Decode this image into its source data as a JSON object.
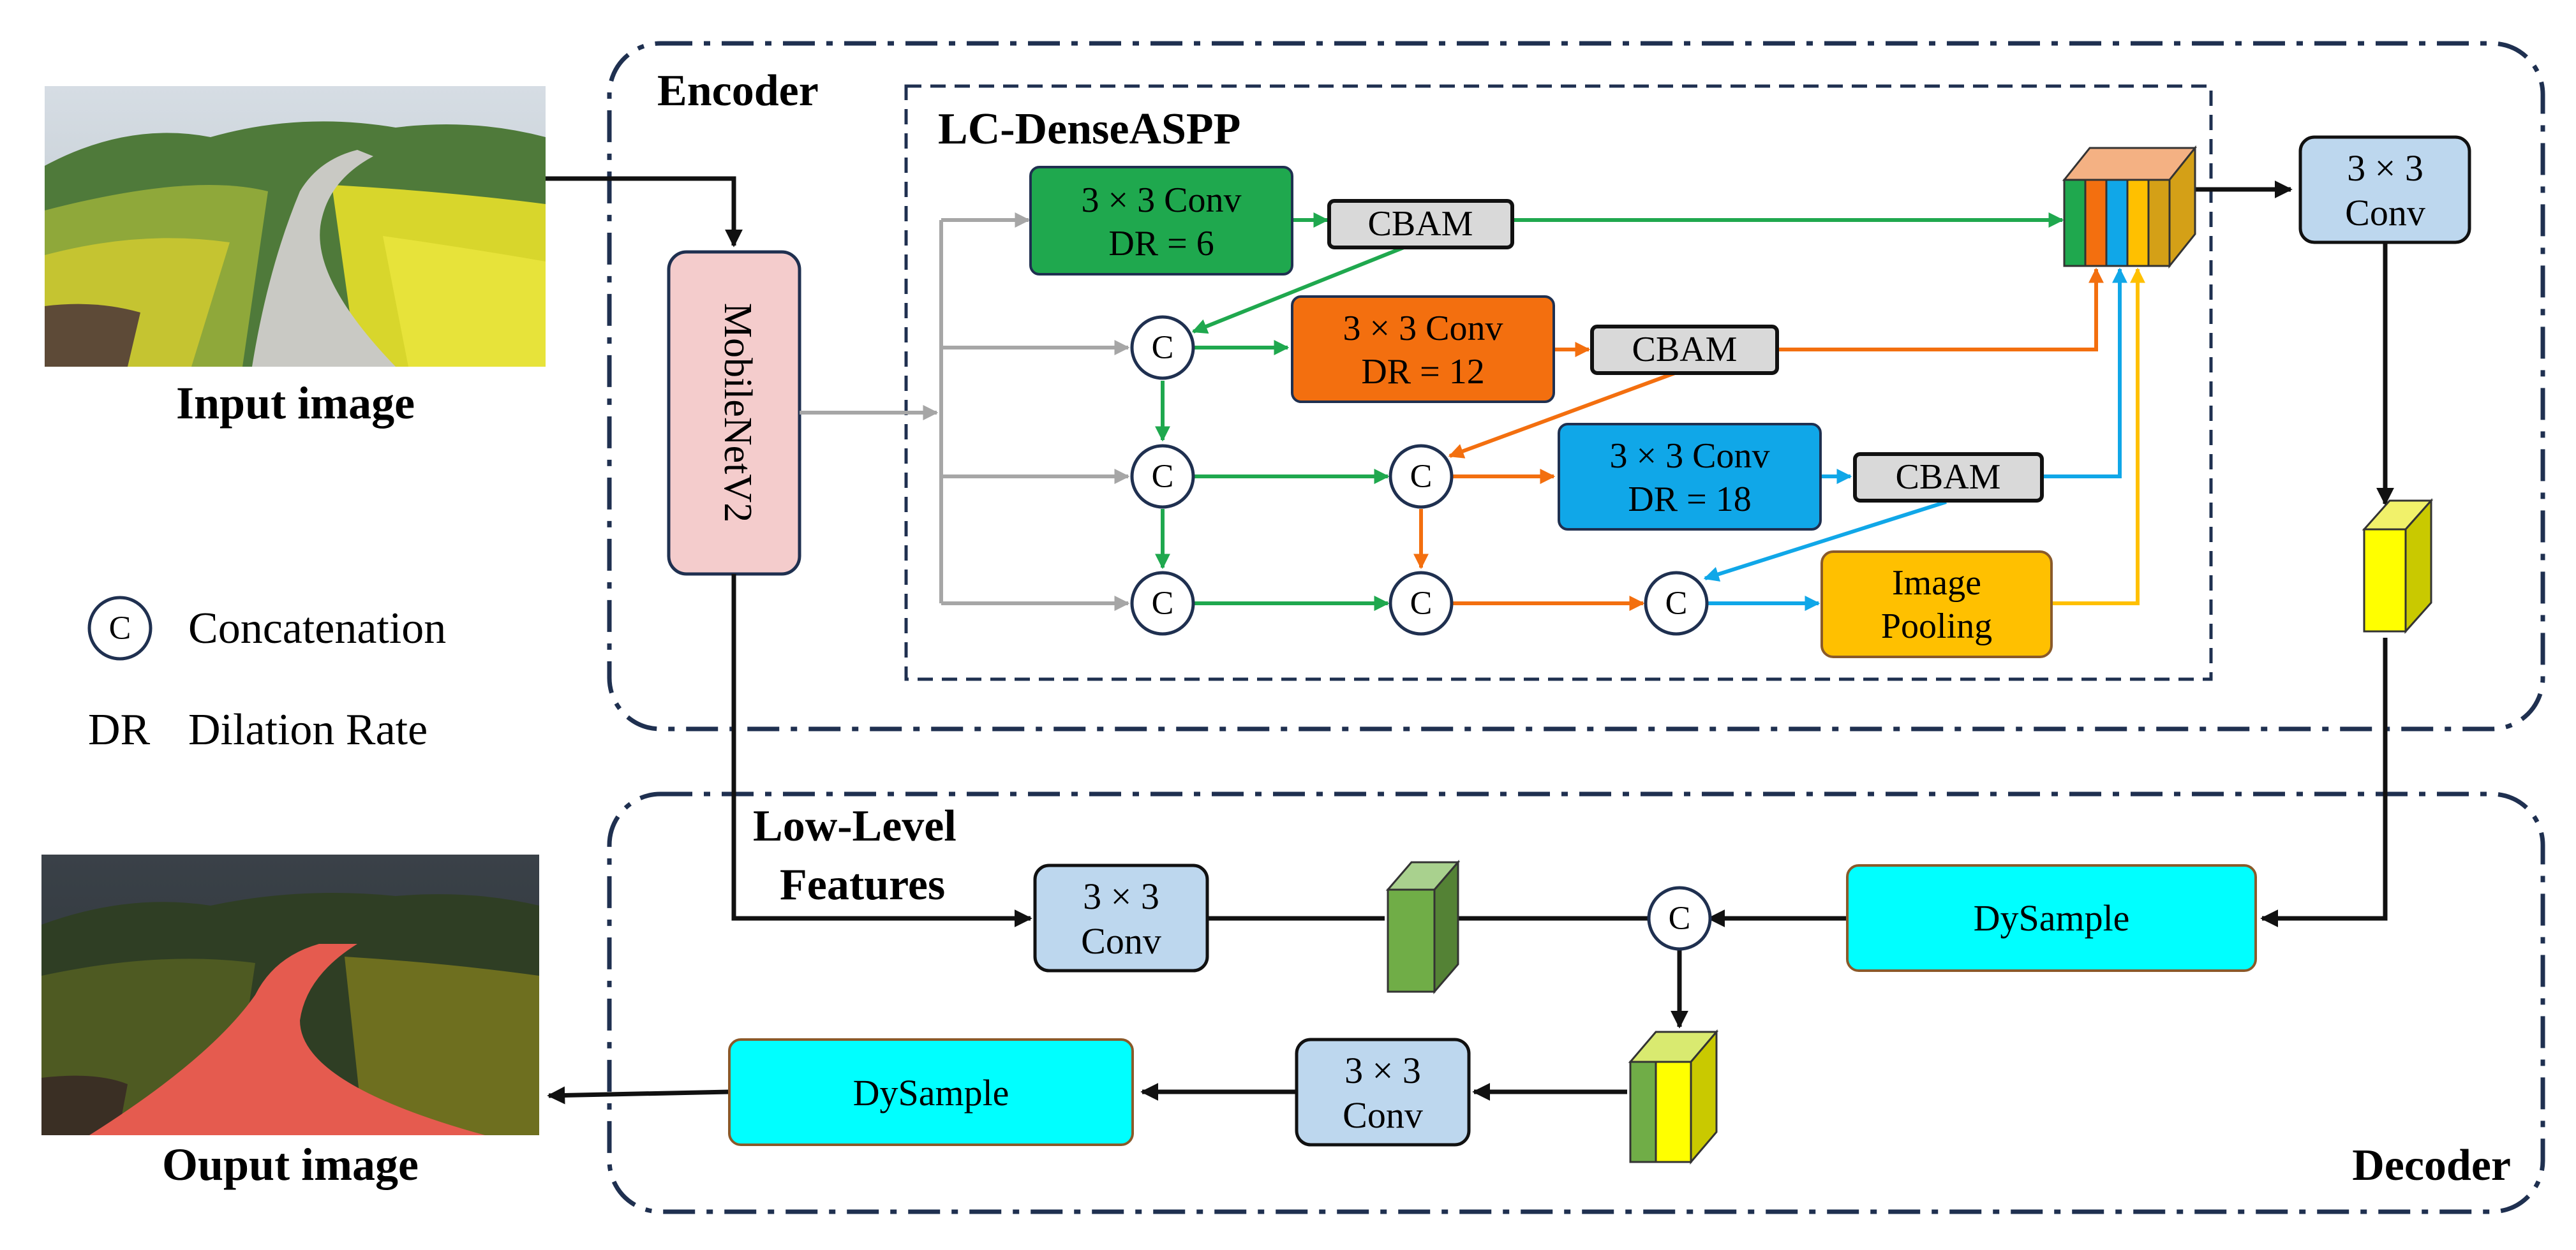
{
  "encoder_label": "Encoder",
  "decoder_label": "Decoder",
  "aspp_title": "LC-DenseASPP",
  "input_caption": "Input image",
  "output_caption": "Ouput image",
  "backbone_label": "MobileNetV2",
  "low_level_line1": "Low-Level",
  "low_level_line2": "Features",
  "legend": {
    "concat_symbol": "C",
    "concat_text": "Concatenation",
    "dr_symbol": "DR",
    "dr_text": "Dilation Rate"
  },
  "concat_symbol": "C",
  "conv": {
    "line1": "3 × 3",
    "line2": "Conv",
    "inline": "3 × 3 Conv"
  },
  "branches": {
    "dr6": "DR = 6",
    "dr12": "DR = 12",
    "dr18": "DR = 18"
  },
  "cbam_label": "CBAM",
  "image_pooling": {
    "line1": "Image",
    "line2": "Pooling"
  },
  "dysample_label": "DySample",
  "colors": {
    "green": "#1fa84e",
    "orange": "#f36f0f",
    "blue": "#10a7e8",
    "gray_arrow": "#a6a6a6",
    "pooling": "#ffc000",
    "conv_light": "#bdd7ee",
    "backbone": "#f4cccc",
    "dysample": "#00ffff",
    "cbam": "#d9d9d9",
    "navy": "#1f3050"
  }
}
